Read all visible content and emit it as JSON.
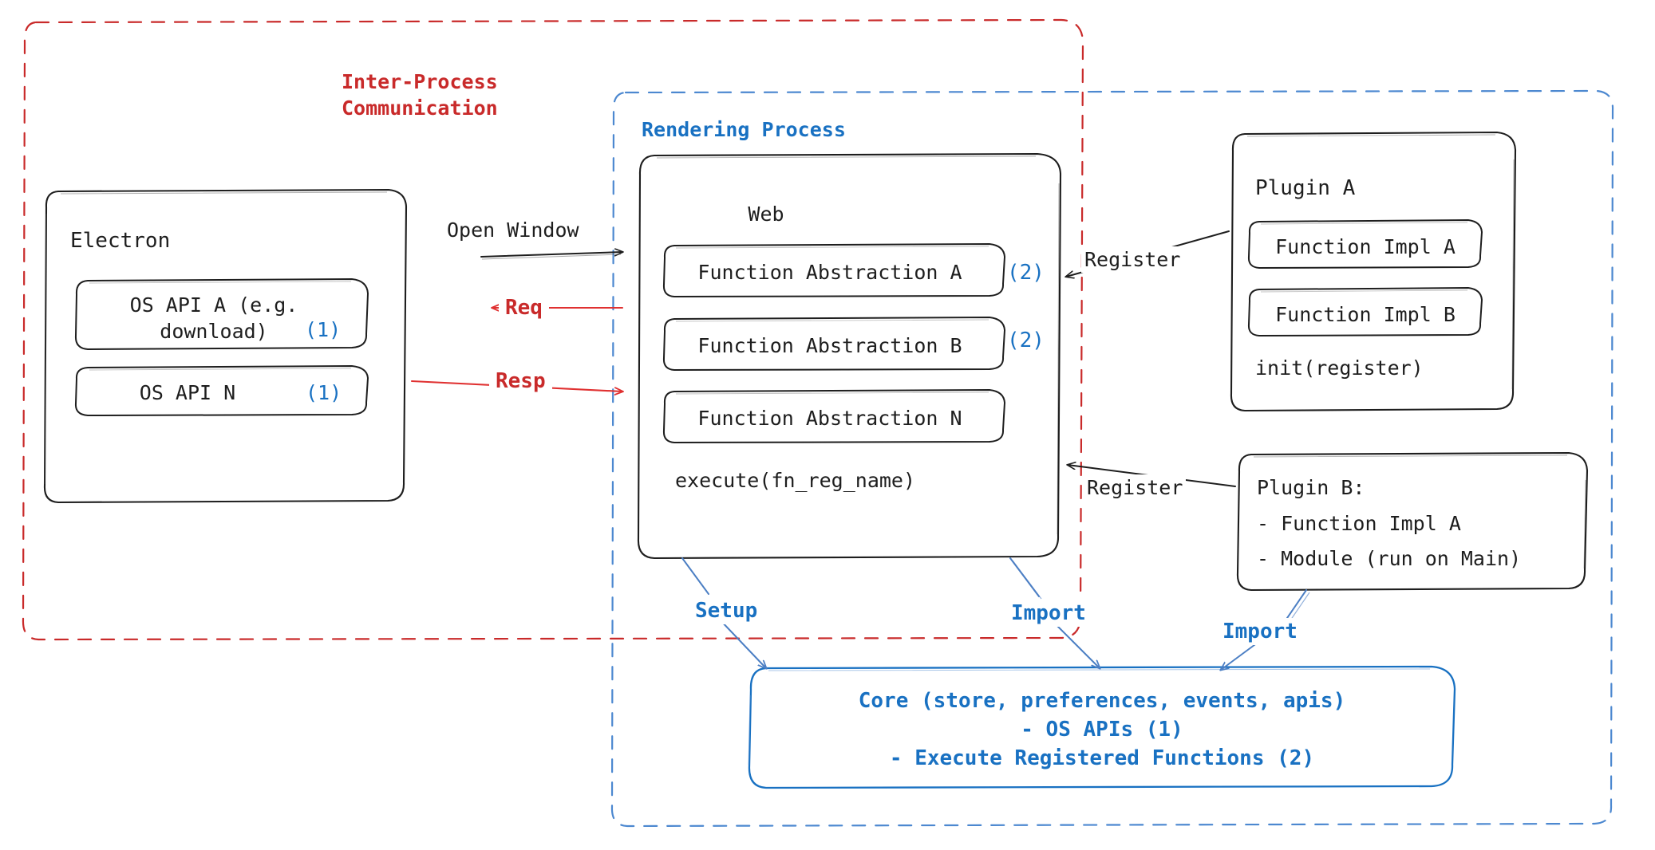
{
  "diagram": {
    "title": "Electron plugin architecture diagram",
    "colors": {
      "ink": "#1e1e1e",
      "red": "#c92a2a",
      "red_arrow": "#e03131",
      "blue": "#1971c2",
      "blue_arrow": "#4c7fc4",
      "background": "#ffffff"
    }
  },
  "regions": {
    "ipc": {
      "label": "Inter-Process\nCommunication",
      "style": "dashed",
      "color": "#c92a2a"
    },
    "rendering": {
      "label": "Rendering Process",
      "style": "dashed",
      "color": "#1971c2"
    }
  },
  "nodes": {
    "electron": {
      "title": "Electron",
      "items": [
        {
          "label": "OS API A (e.g.\ndownload)",
          "marker": "(1)"
        },
        {
          "label": "OS API N",
          "marker": "(1)"
        }
      ]
    },
    "web": {
      "title": "Web",
      "items": [
        {
          "label": "Function Abstraction A",
          "marker": "(2)"
        },
        {
          "label": "Function Abstraction B",
          "marker": "(2)"
        },
        {
          "label": "Function Abstraction N",
          "marker": ""
        }
      ],
      "footer": "execute(fn_reg_name)"
    },
    "plugin_a": {
      "title": "Plugin A",
      "items": [
        {
          "label": "Function Impl A"
        },
        {
          "label": "Function Impl B"
        }
      ],
      "footer": "init(register)"
    },
    "plugin_b": {
      "lines": [
        "Plugin B:",
        "- Function Impl A",
        "- Module (run on Main)"
      ]
    },
    "core": {
      "lines": [
        "Core (store, preferences, events, apis)",
        "- OS APIs (1)",
        "- Execute Registered Functions (2)"
      ]
    }
  },
  "edges": [
    {
      "id": "open-window",
      "label": "Open Window",
      "color": "#1e1e1e",
      "from": "electron",
      "to": "web"
    },
    {
      "id": "req",
      "label": "Req",
      "color": "#e03131",
      "from": "web",
      "to": "electron"
    },
    {
      "id": "resp",
      "label": "Resp",
      "color": "#e03131",
      "from": "electron",
      "to": "web"
    },
    {
      "id": "register-a",
      "label": "Register",
      "color": "#1e1e1e",
      "from": "plugin_a",
      "to": "web"
    },
    {
      "id": "register-b",
      "label": "Register",
      "color": "#1e1e1e",
      "from": "plugin_b",
      "to": "web"
    },
    {
      "id": "setup",
      "label": "Setup",
      "color": "#1971c2",
      "from": "web",
      "to": "core"
    },
    {
      "id": "import-web",
      "label": "Import",
      "color": "#1971c2",
      "from": "web",
      "to": "core"
    },
    {
      "id": "import-plugin-b",
      "label": "Import",
      "color": "#1971c2",
      "from": "plugin_b",
      "to": "core"
    }
  ]
}
